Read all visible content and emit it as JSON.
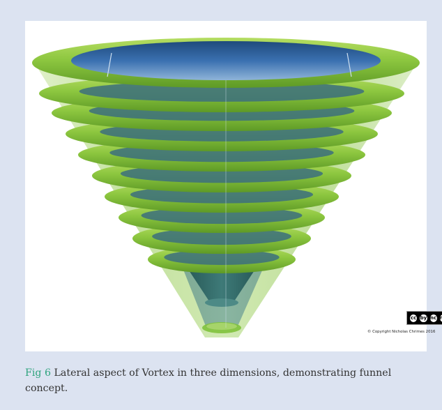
{
  "figure": {
    "label": "Fig 6",
    "caption_text": " Lateral aspect of Vortex in three dimensions, demonstrating funnel concept.",
    "copyright": "© Copyright Nicholas Chrimes 2016",
    "license_badge": [
      "cc",
      "by",
      "nc",
      "nd"
    ],
    "colors": {
      "funnel_green": "#8cc63f",
      "funnel_blue": "#2f5f9e",
      "caption_accent": "#2ea37d",
      "panel_background": "#dce3f1"
    }
  }
}
